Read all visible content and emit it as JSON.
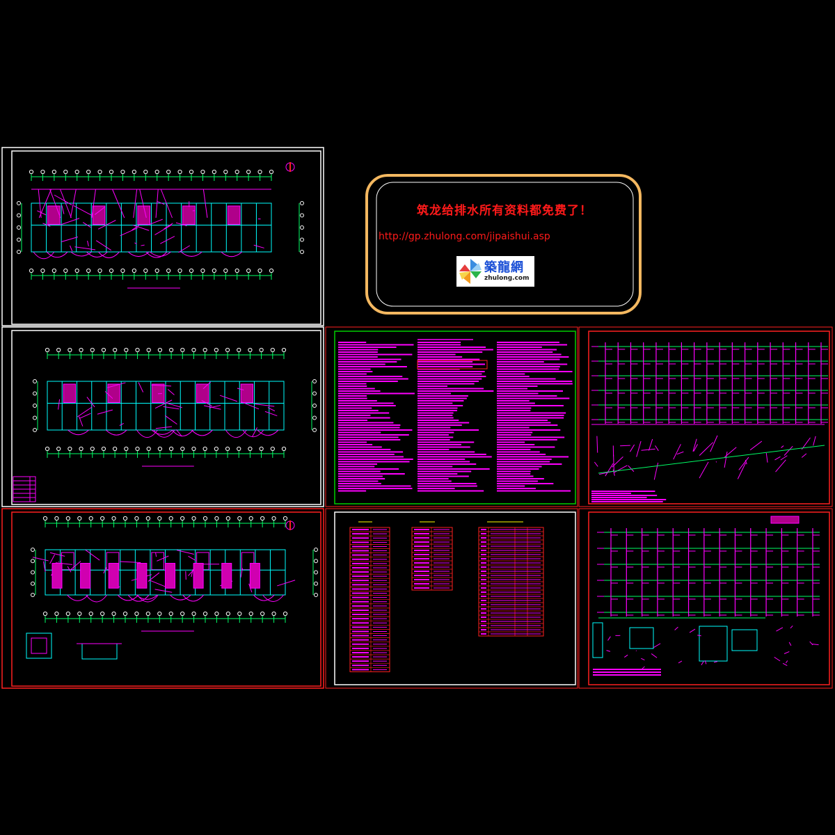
{
  "banner": {
    "title": "筑龙给排水所有资料都免费了！",
    "url": "http://gp.zhulong.com/jipaishui.asp",
    "logo_cn": "築龍網",
    "logo_en": "zhulong.com"
  },
  "colors": {
    "background": "#000000",
    "frame_white": "#ffffff",
    "frame_red": "#ff2020",
    "frame_green": "#00d000",
    "magenta": "#ff00ff",
    "green_line": "#00ff66",
    "cyan": "#00ffff",
    "banner_border": "#f4b860",
    "banner_text": "#ff1a1a"
  },
  "sheets": [
    {
      "id": "plan-top",
      "kind": "floor-plan"
    },
    {
      "id": "plan-middle",
      "kind": "floor-plan"
    },
    {
      "id": "plan-basement",
      "kind": "floor-plan"
    },
    {
      "id": "notes",
      "kind": "design-notes"
    },
    {
      "id": "legend",
      "kind": "legend-tables"
    },
    {
      "id": "riser-top",
      "kind": "riser-diagram"
    },
    {
      "id": "riser-bottom",
      "kind": "riser-diagram"
    }
  ]
}
